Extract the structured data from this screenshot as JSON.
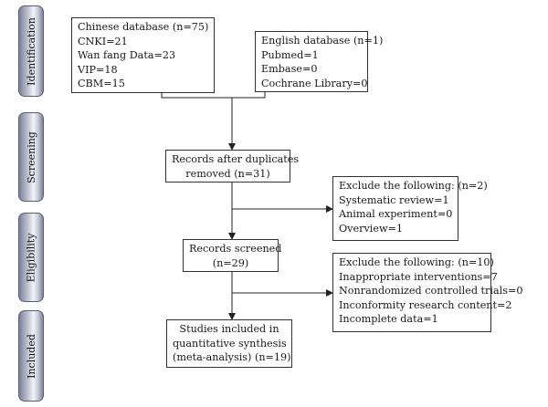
{
  "stages": [
    "Identification",
    "Screening",
    "Eligibility",
    "Included"
  ],
  "chinese_db": {
    "title": "Chinese database (n=75)",
    "items": [
      "CNKI=21",
      "Wan fang Data=23",
      "VIP=18",
      "CBM=15"
    ]
  },
  "english_db": {
    "title": "English database (n=1)",
    "items": [
      "Pubmed=1",
      "Embase=0",
      "Cochrane Library=0"
    ]
  },
  "after_duplicates": [
    "Records after duplicates",
    "removed (n=31)"
  ],
  "exclude_1": {
    "title": "Exclude the following: (n=2)",
    "items": [
      "Systematic review=1",
      "Animal experiment=0",
      "Overview=1"
    ]
  },
  "screened": [
    "Records screened",
    "(n=29)"
  ],
  "exclude_2": {
    "title": "Exclude the following: (n=10)",
    "items": [
      "Inappropriate interventions=7",
      "Nonrandomized controlled trials=0",
      "Inconformity research content=2",
      "Incomplete data=1"
    ]
  },
  "included": [
    "Studies included in",
    "quantitative synthesis",
    "(meta-analysis) (n=19)"
  ]
}
